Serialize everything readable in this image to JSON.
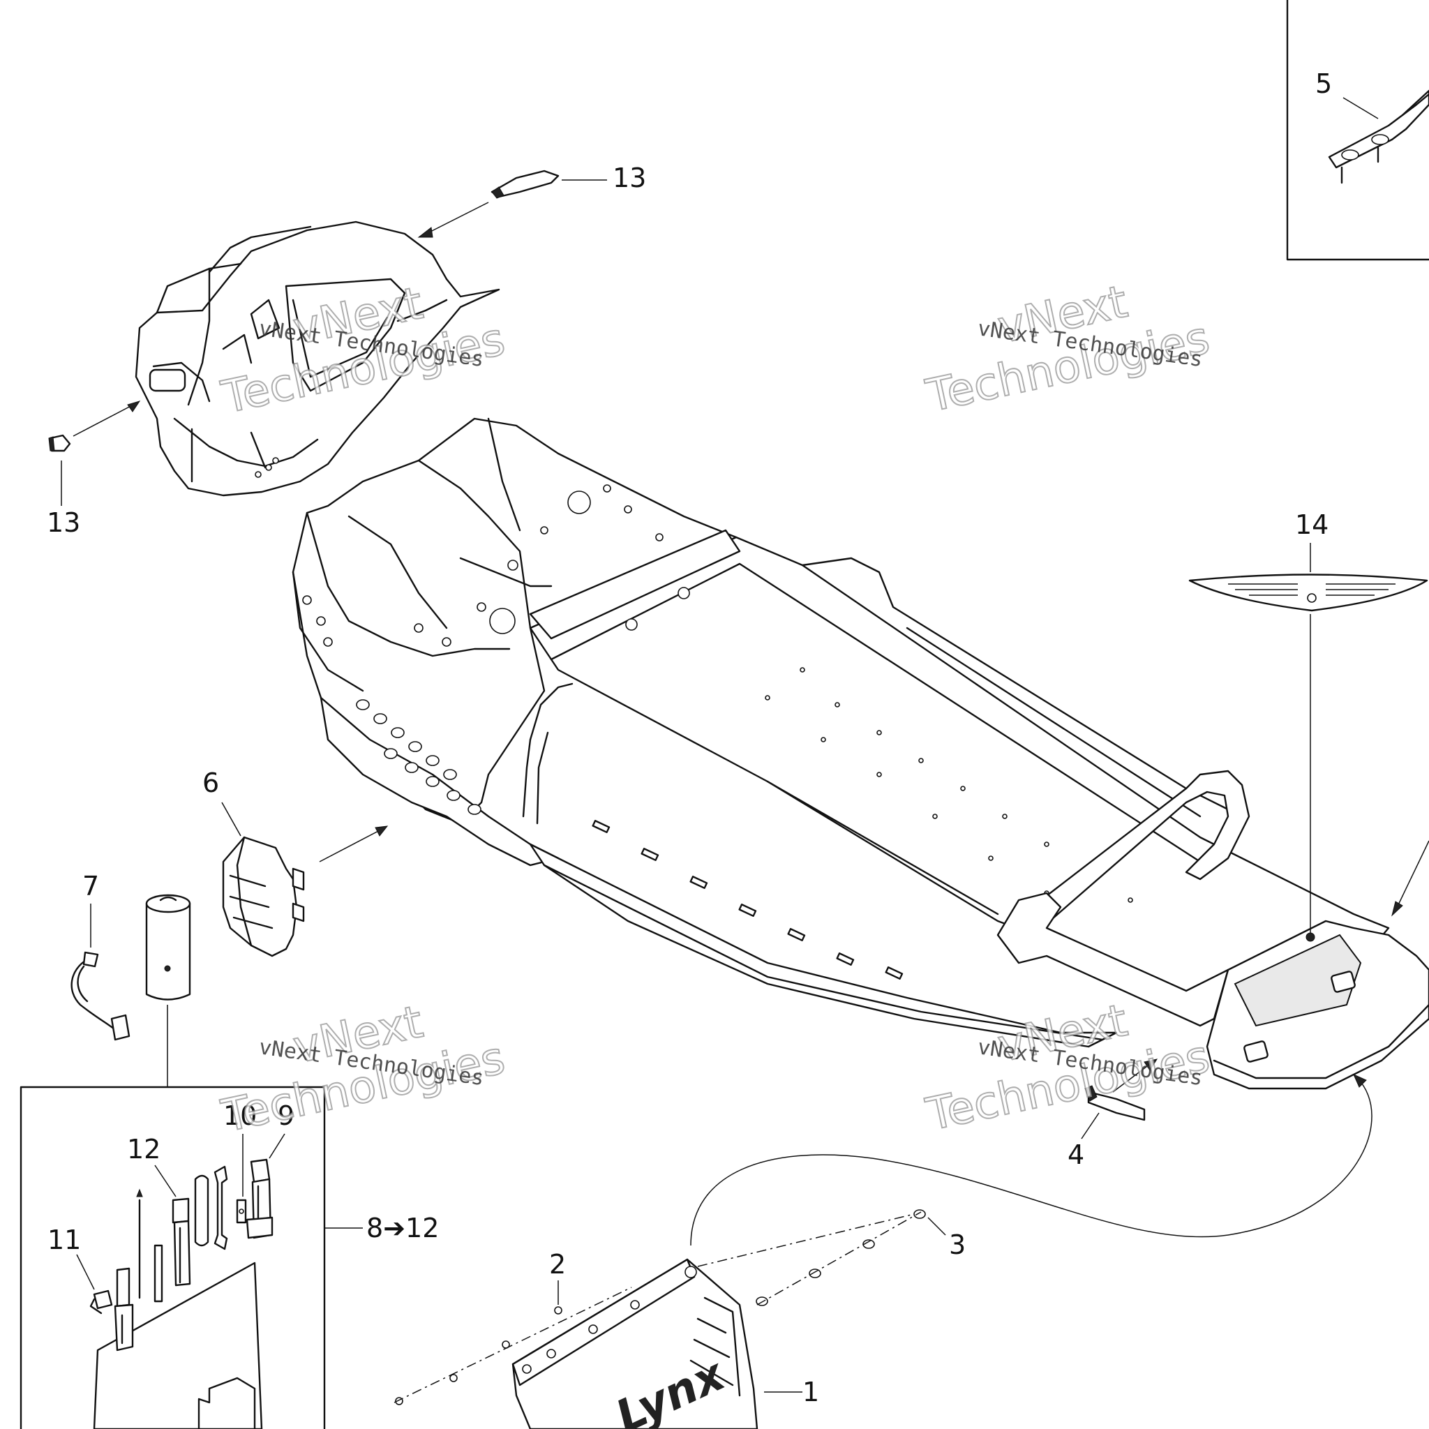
{
  "callouts": {
    "c1": "1",
    "c2": "2",
    "c3": "3",
    "c4": "4",
    "c5": "5",
    "c6": "6",
    "c7": "7",
    "c8": "8➔12",
    "c9": "9",
    "c10": "10",
    "c11": "11",
    "c12": "12",
    "c13a": "13",
    "c13b": "13",
    "c14": "14"
  },
  "watermark": {
    "line1": "vNext Technologies",
    "line2a": "vNext",
    "line2b": "Technologies"
  },
  "panel_logo": "Lynx",
  "colors": {
    "ink": "#111111",
    "paper": "#ffffff",
    "watermark": "#9a9a9a"
  }
}
